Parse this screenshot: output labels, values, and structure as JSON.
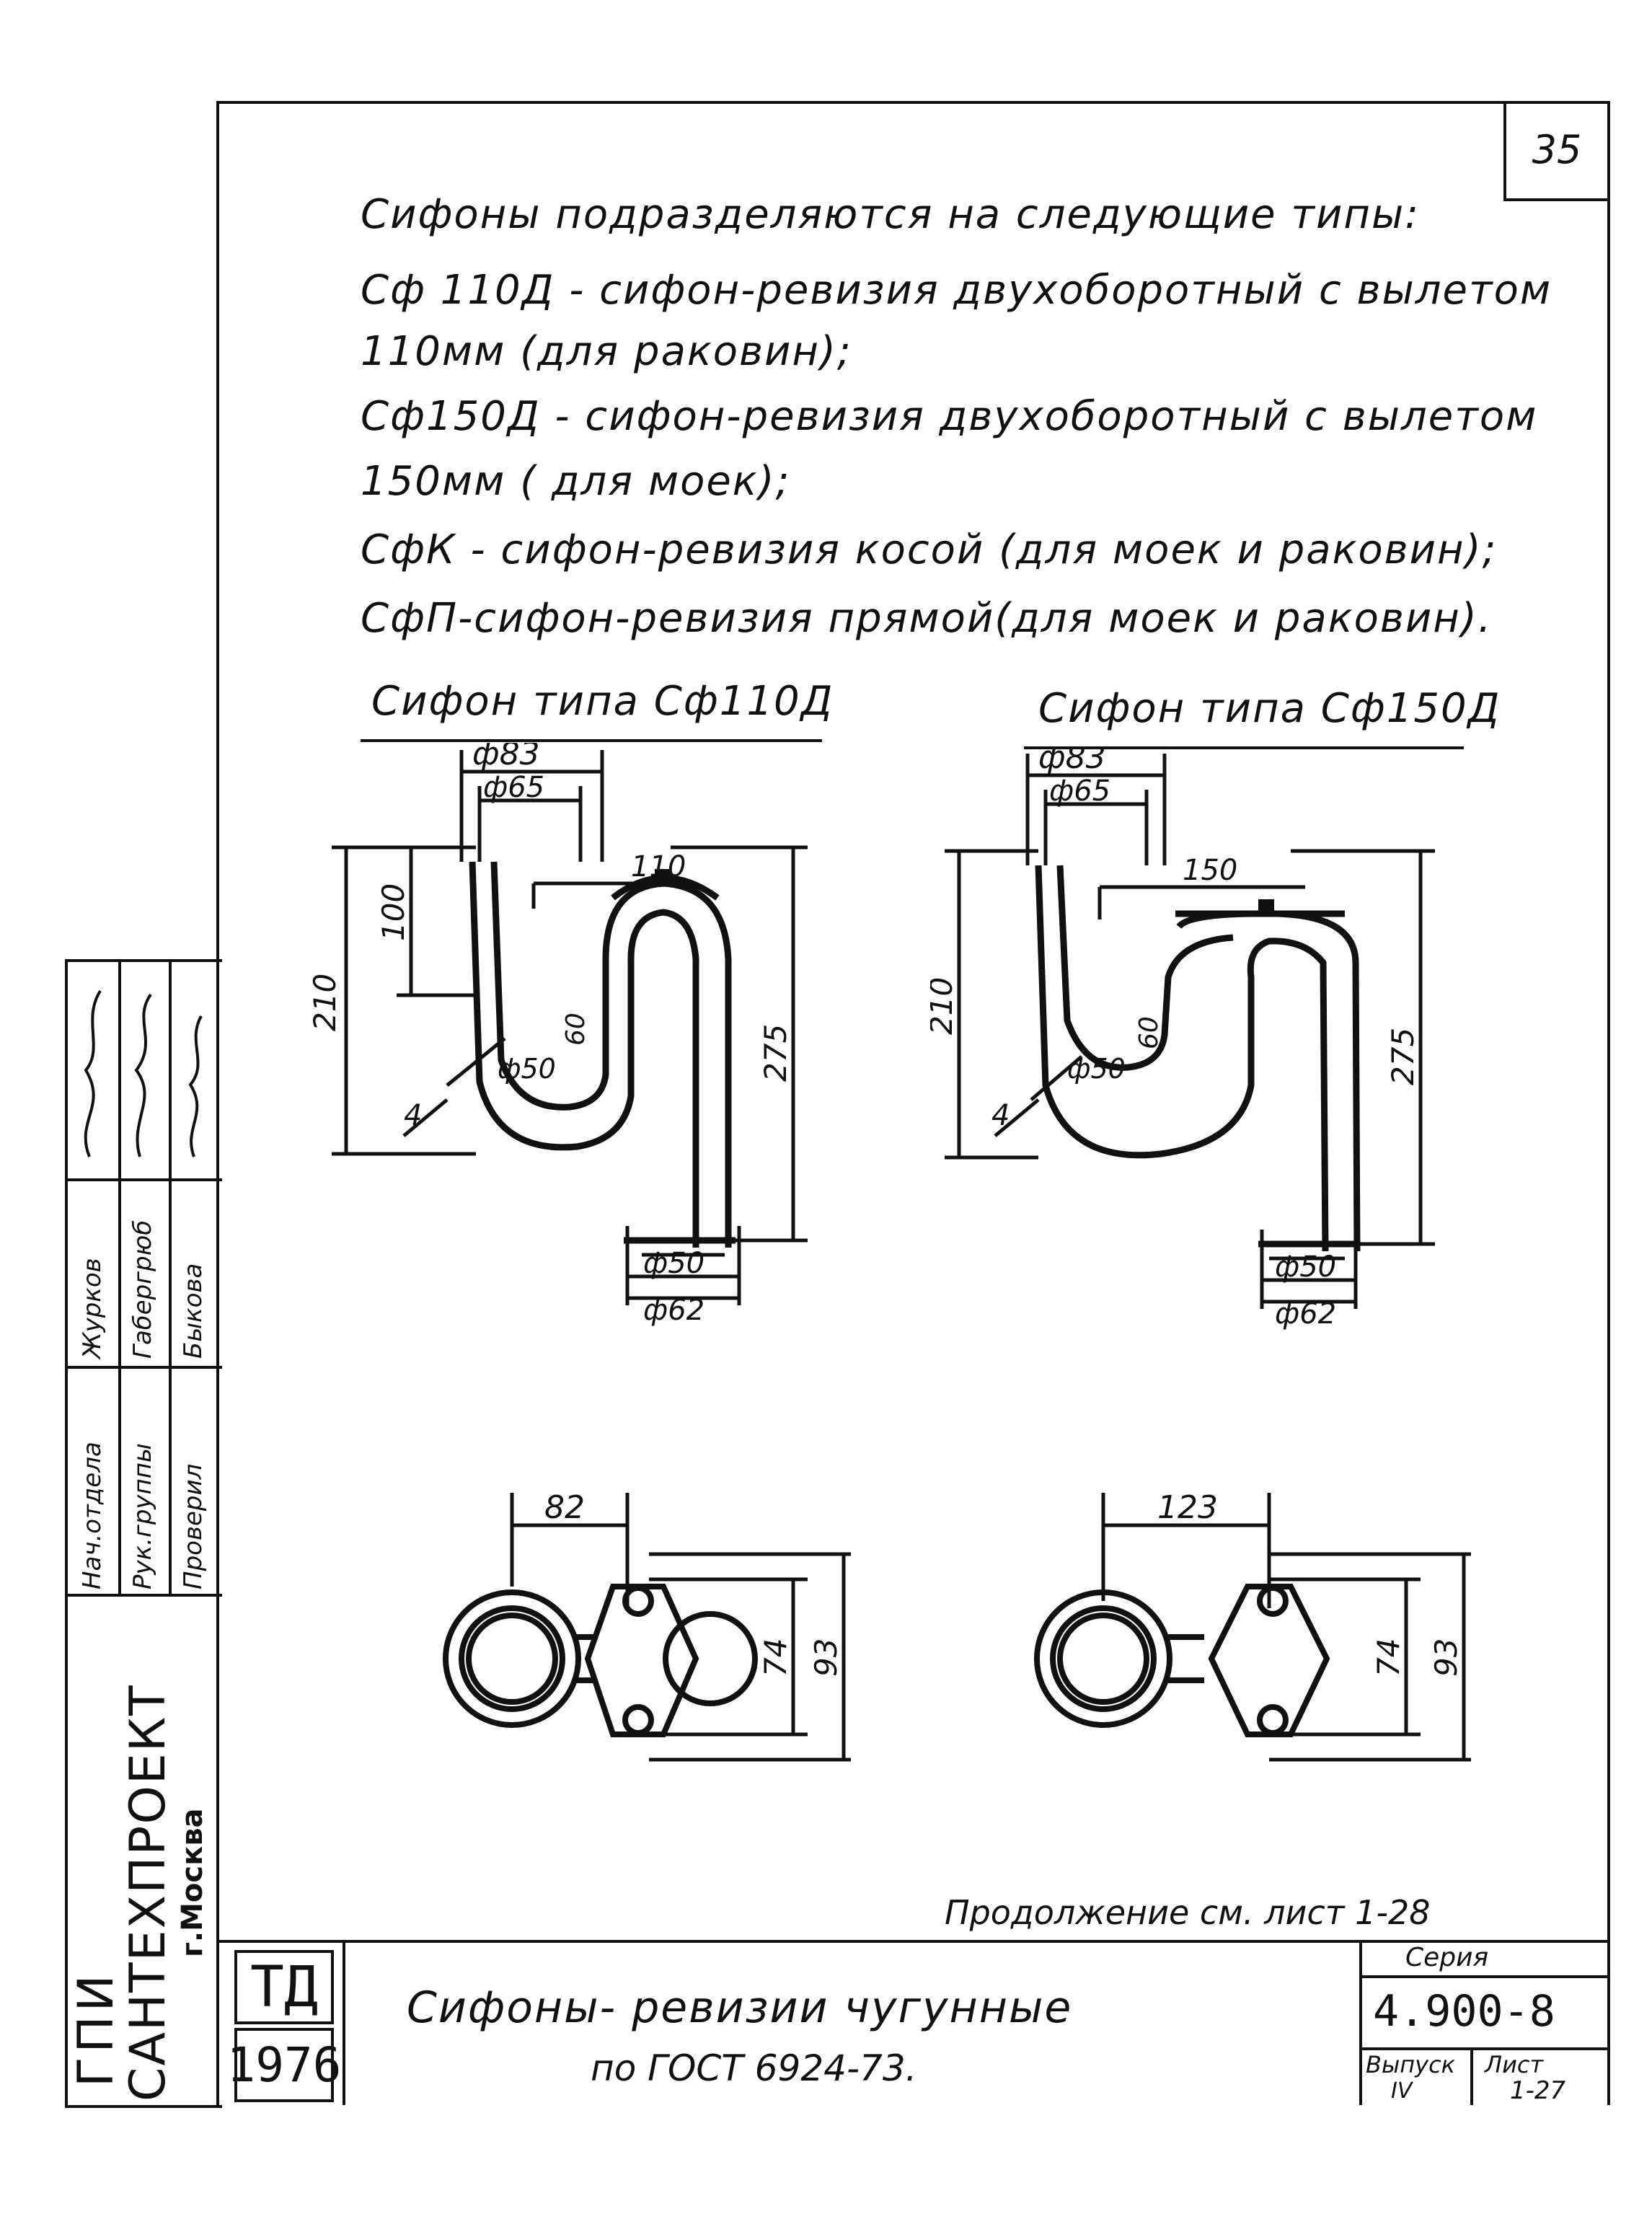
{
  "page_number": "35",
  "intro_lines": [
    "Сифоны   подразделяются   на   следующие  типы:",
    "Сф 110Д - сифон-ревизия двухоборотный с вылетом",
    "110мм (для раковин);",
    "Сф150Д - сифон-ревизия двухоборотный с вылетом",
    "150мм ( для моек);",
    "СфК - сифон-ревизия  косой (для моек и раковин);",
    "СфП-сифон-ревизия  прямой(для моек и раковин)."
  ],
  "drawing_left": {
    "caption": "Сифон типа Сф110Д",
    "dims": {
      "d83": "ф83",
      "d65": "ф65",
      "offset": "110",
      "d100": "100",
      "d210": "210",
      "d275": "275",
      "d60": "60",
      "d50": "ф50",
      "wall": "4",
      "out50": "ф50",
      "out62": "ф62",
      "plan_w": "82",
      "plan_74": "74",
      "plan_93": "93"
    }
  },
  "drawing_right": {
    "caption": "Сифон типа Сф150Д",
    "dims": {
      "d83": "ф83",
      "d65": "ф65",
      "offset": "150",
      "d210": "210",
      "d275": "275",
      "d60": "60",
      "d50": "ф50",
      "wall": "4",
      "out50": "ф50",
      "out62": "ф62",
      "plan_w": "123",
      "plan_74": "74",
      "plan_93": "93"
    }
  },
  "continuation_note": "Продолжение см. лист 1-28",
  "title_block": {
    "td": "ТД",
    "year": "1976",
    "title_line1": "Сифоны- ревизии   чугунные",
    "title_line2": "по ГОСТ 6924-73.",
    "series_label": "Серия",
    "series_value": "4.900-8",
    "issue_label": "Выпуск",
    "issue_value": "IV",
    "sheet_label": "Лист",
    "sheet_value": "1-27"
  },
  "stamp": {
    "org_line1": "ГПИ",
    "org_line2": "САНТЕХПРОЕКТ",
    "org_line3": "г.Москва",
    "roles": [
      "Нач.отдела",
      "Рук.группы",
      "Проверил"
    ],
    "names": [
      "Журков",
      "Габергрюб",
      "Быкова"
    ]
  }
}
